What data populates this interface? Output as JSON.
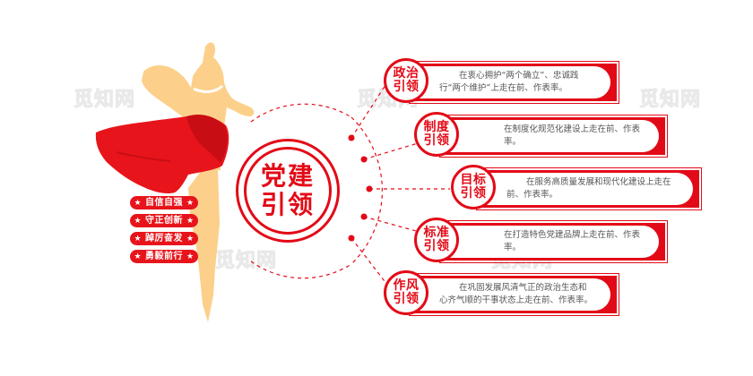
{
  "watermark": {
    "text": "觅知网"
  },
  "colors": {
    "primary_red": "#e30a17",
    "torch_tan": "#fcd08a",
    "ribbon_red": "#e8141b",
    "body_text": "#555555"
  },
  "slogans": [
    {
      "label": "自信自强",
      "icon": "star-icon"
    },
    {
      "label": "守正创新",
      "icon": "star-icon"
    },
    {
      "label": "踔厉奋发",
      "icon": "star-icon"
    },
    {
      "label": "勇毅前行",
      "icon": "star-icon"
    }
  ],
  "center": {
    "line1": "党建",
    "line2": "引领"
  },
  "cards": [
    {
      "title1": "政治",
      "title2": "引领",
      "text": "在衷心拥护“两个确立”、忠诚践行“两个维护”上走在前、作表率。"
    },
    {
      "title1": "制度",
      "title2": "引领",
      "text": "在制度化规范化建设上走在前、作表率。"
    },
    {
      "title1": "目标",
      "title2": "引领",
      "text": "在服务高质量发展和现代化建设上走在前、作表率。"
    },
    {
      "title1": "标准",
      "title2": "引领",
      "text": "在打造特色党建品牌上走在前、作表率。"
    },
    {
      "title1": "作风",
      "title2": "引领",
      "text": "在巩固发展风清气正的政治生态和心齐气顺的干事状态上走在前、作表率。"
    }
  ]
}
